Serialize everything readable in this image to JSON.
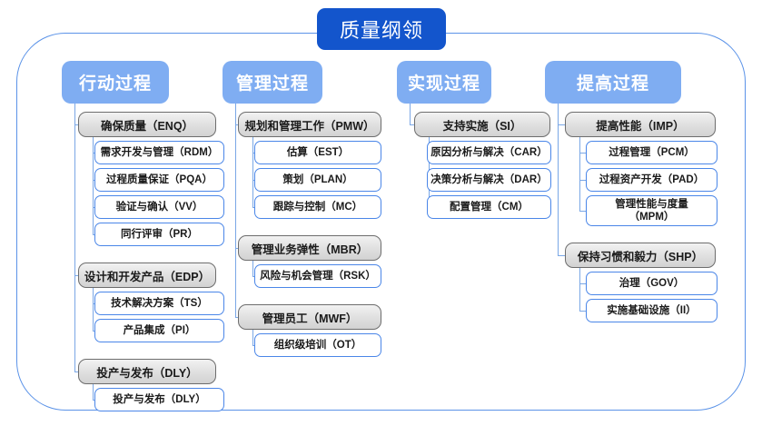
{
  "title": {
    "label": "质量纲领"
  },
  "colors": {
    "root_fill": "#1355cc",
    "category_fill": "#7fadf2",
    "group_border": "#6d6d6d",
    "leaf_border": "#4a86e8",
    "frame_border": "#5b93e8",
    "connector": "#7aa7e6"
  },
  "columns": [
    {
      "category": "行动过程",
      "groups": [
        {
          "label": "确保质量（ENQ）",
          "children": [
            "需求开发与管理（RDM）",
            "过程质量保证（PQA）",
            "验证与确认（VV）",
            "同行评审（PR）"
          ]
        },
        {
          "label": "设计和开发产品（EDP）",
          "children": [
            "技术解决方案（TS）",
            "产品集成（PI）"
          ]
        },
        {
          "label": "投产与发布（DLY）",
          "children": [
            "投产与发布（DLY）"
          ]
        }
      ]
    },
    {
      "category": "管理过程",
      "groups": [
        {
          "label": "规划和管理工作（PMW）",
          "children": [
            "估算（EST）",
            "策划（PLAN）",
            "跟踪与控制（MC）"
          ]
        },
        {
          "label": "管理业务弹性（MBR）",
          "children": [
            "风险与机会管理（RSK）"
          ]
        },
        {
          "label": "管理员工（MWF）",
          "children": [
            "组织级培训（OT）"
          ]
        }
      ]
    },
    {
      "category": "实现过程",
      "groups": [
        {
          "label": "支持实施（SI）",
          "children": [
            "原因分析与解决（CAR）",
            "决策分析与解决（DAR）",
            "配置管理（CM）"
          ]
        }
      ]
    },
    {
      "category": "提高过程",
      "groups": [
        {
          "label": "提高性能（IMP）",
          "children": [
            "过程管理（PCM）",
            "过程资产开发（PAD）",
            "管理性能与度量\n（MPM）"
          ]
        },
        {
          "label": "保持习惯和毅力（SHP）",
          "children": [
            "治理（GOV）",
            "实施基础设施（II）"
          ]
        }
      ]
    }
  ]
}
